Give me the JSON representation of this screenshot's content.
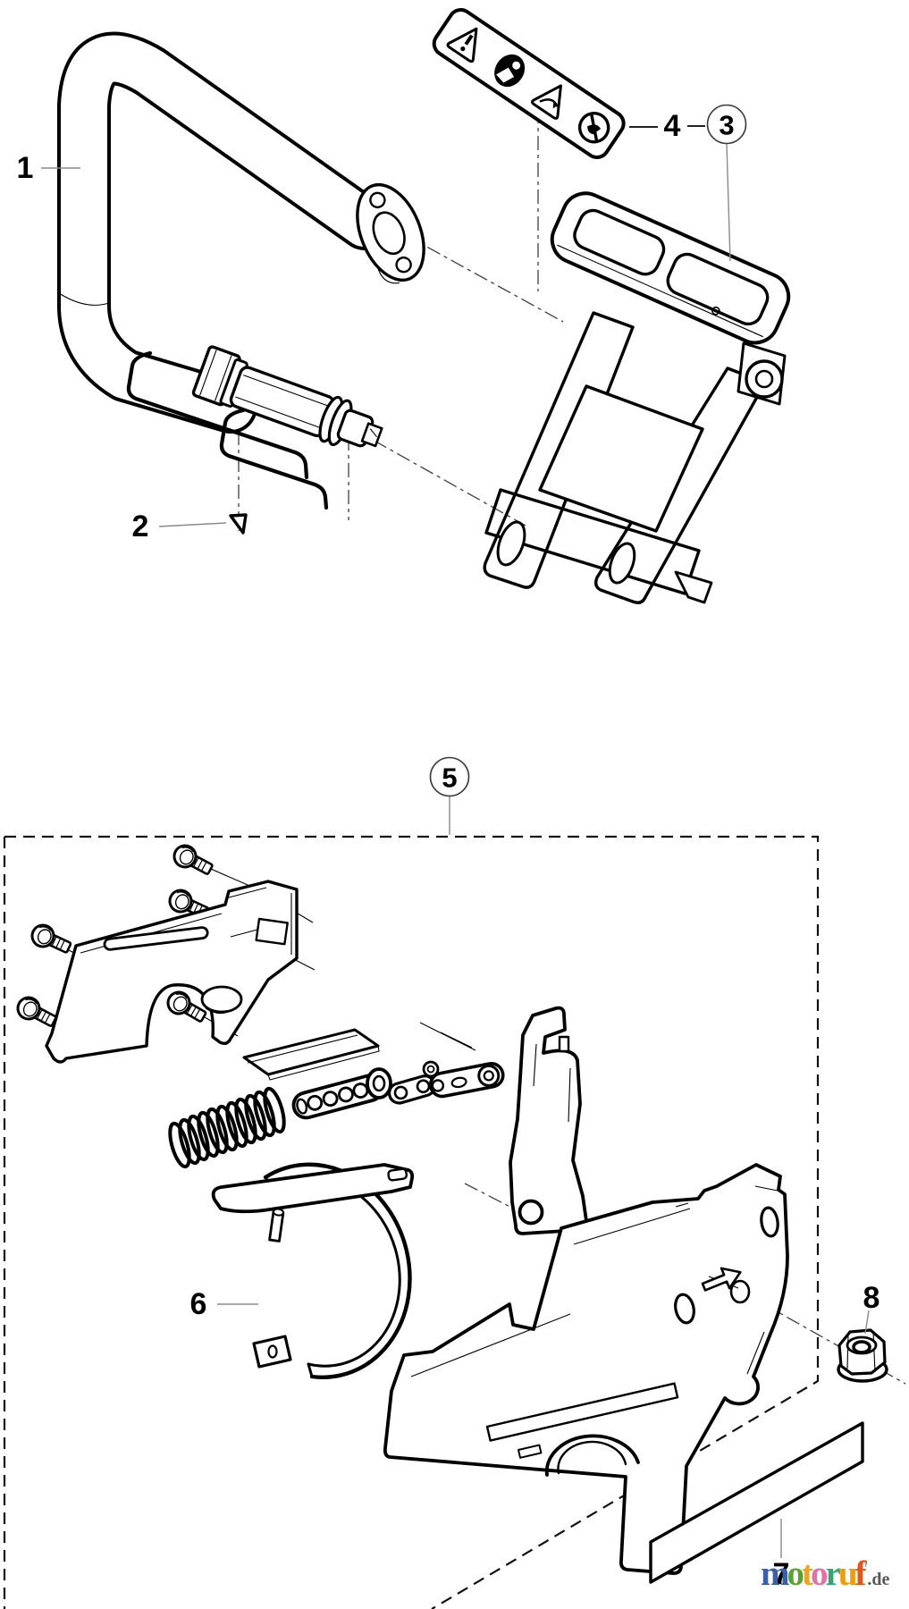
{
  "page": {
    "background": "#ffffff"
  },
  "diagram": {
    "kind": "exploded-parts-diagram",
    "subject": "chainsaw front handle and chain brake assembly",
    "callouts": {
      "handle": {
        "num": "1",
        "style": "plain"
      },
      "wire_clip": {
        "num": "2",
        "style": "plain"
      },
      "hand_guard": {
        "num": "3",
        "style": "circled"
      },
      "warning_label": {
        "num": "4",
        "style": "plain"
      },
      "brake_assembly": {
        "num": "5",
        "style": "circled"
      },
      "clamp_band": {
        "num": "6",
        "style": "plain"
      },
      "info_label": {
        "num": "7",
        "style": "plain"
      },
      "flange_nut": {
        "num": "8",
        "style": "plain"
      }
    },
    "warning_label_icons": [
      "general-warning-triangle-icon",
      "read-manual-icon",
      "kickback-warning-icon",
      "one-hand-prohibition-icon"
    ]
  },
  "watermark": {
    "brand_letters": [
      {
        "char": "m",
        "color": "#3b5fb0"
      },
      {
        "char": "o",
        "color": "#5aa42e"
      },
      {
        "char": "t",
        "color": "#eda228"
      },
      {
        "char": "o",
        "color": "#e86fa6"
      },
      {
        "char": "r",
        "color": "#2fa96c"
      },
      {
        "char": "u",
        "color": "#f59b00"
      },
      {
        "char": "f",
        "color": "#e4541c"
      }
    ],
    "tick": "'",
    "tld": ".de",
    "tld_color": "#58585a"
  },
  "colors": {
    "line": "#000000",
    "leader": "#8a8a8a",
    "centerline": "#3f3f3f",
    "dashed_frame": "#111111"
  }
}
